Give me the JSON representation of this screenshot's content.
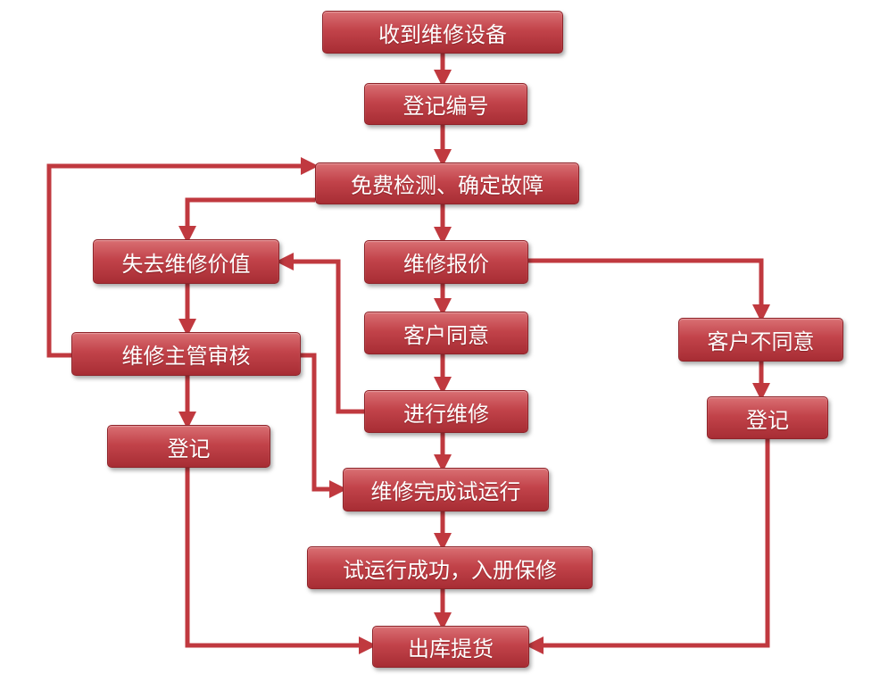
{
  "diagram": {
    "nodes": {
      "receive": "收到维修设备",
      "register_number": "登记编号",
      "inspect": "免费检测、确定故障",
      "quote": "维修报价",
      "lose_value": "失去维修价值",
      "supervisor_review": "维修主管审核",
      "register_left": "登记",
      "customer_agree": "客户同意",
      "customer_disagree": "客户不同意",
      "register_right": "登记",
      "repair": "进行维修",
      "trial_run": "维修完成试运行",
      "trial_success": "试运行成功，入册保修",
      "checkout": "出库提货"
    },
    "colors": {
      "node_fill": "#c2434a",
      "node_text": "#ffffff",
      "arrow": "#c0393f",
      "background": "#ffffff"
    }
  }
}
